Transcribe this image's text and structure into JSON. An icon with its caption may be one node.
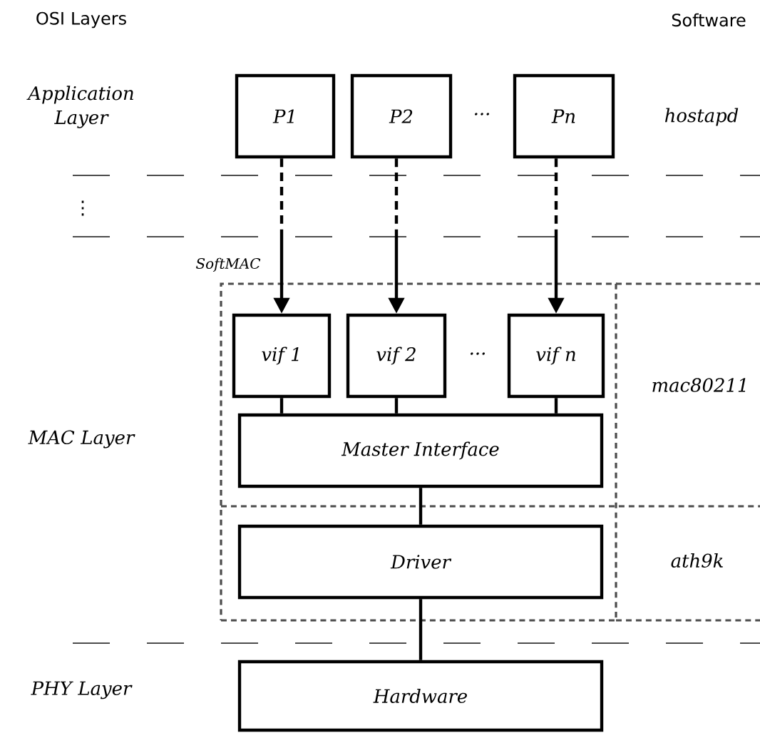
{
  "diagram": {
    "nodes": [
      {
        "text": [
          "P1"
        ]
      },
      {
        "text": [
          "P2"
        ]
      },
      {
        "text": [
          "Pn"
        ]
      },
      {
        "text": [
          "SoftMAC"
        ]
      },
      {
        "text": [
          "vif 1"
        ],
        "in": 3
      },
      {
        "text": [
          "vif 2"
        ],
        "in": 3
      },
      {
        "text": [
          "vif n"
        ],
        "in": 3
      },
      {
        "text": [
          "Master Interface"
        ],
        "in": 3
      },
      {
        "text": [
          "Driver"
        ],
        "in": 3
      },
      {
        "text": [
          "Hardware"
        ]
      }
    ],
    "edges": [
      {
        "from": 0,
        "to": 4,
        "arrow": "to",
        "style": "dashed"
      },
      {
        "from": 1,
        "to": 5,
        "arrow": "to",
        "style": "dashed"
      },
      {
        "from": 2,
        "to": 6,
        "arrow": "to",
        "style": "dashed"
      },
      {
        "from": 4,
        "to": 7,
        "arrow": "none"
      },
      {
        "from": 5,
        "to": 7,
        "arrow": "none"
      },
      {
        "from": 6,
        "to": 7,
        "arrow": "none"
      },
      {
        "from": 7,
        "to": 8,
        "arrow": "none"
      },
      {
        "from": 8,
        "to": 9,
        "arrow": "none"
      }
    ],
    "labels": [
      "OSI Layers",
      "Software",
      "Application Layer",
      "...",
      "hostapd",
      "⋮",
      "...",
      "mac80211",
      "MAC Layer",
      "ath9k",
      "PHY Layer"
    ]
  }
}
